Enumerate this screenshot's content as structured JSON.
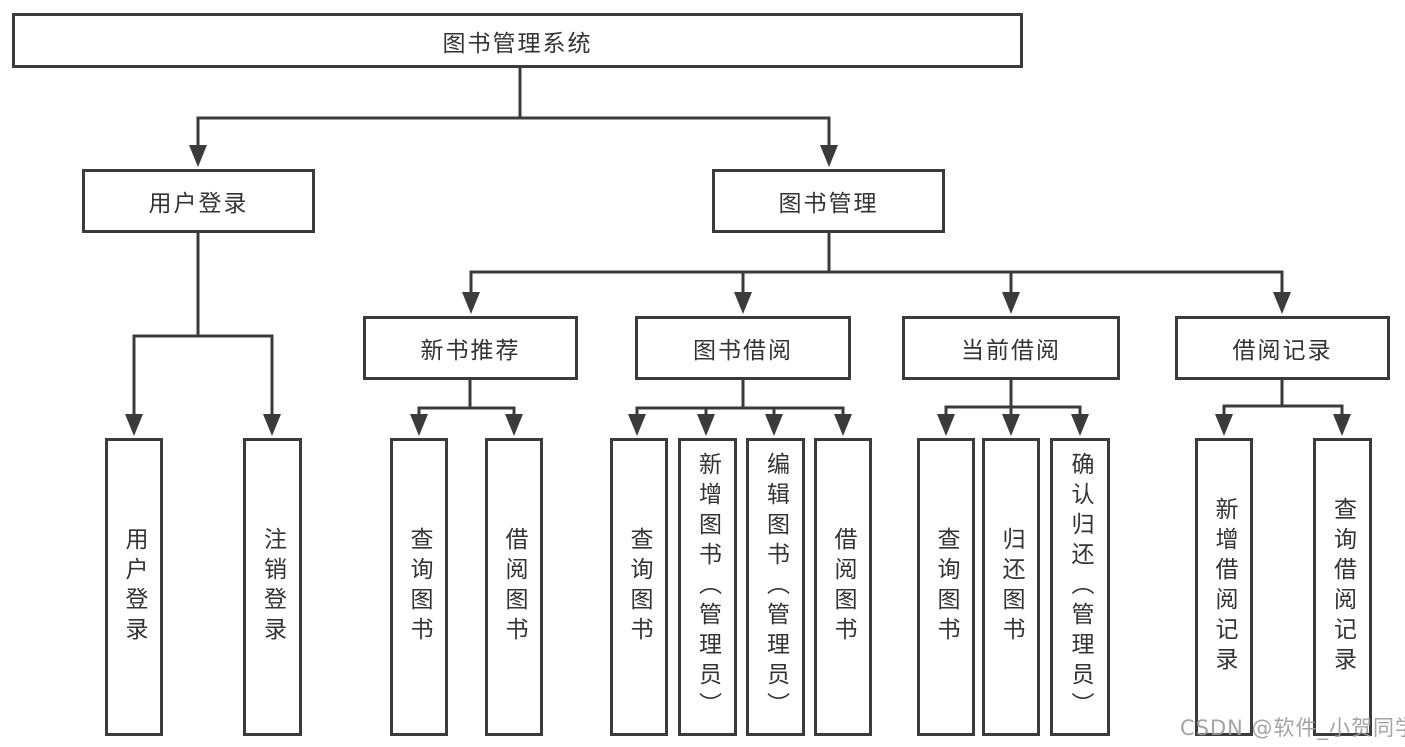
{
  "root": {
    "label": "图书管理系统"
  },
  "level2": [
    {
      "label": "用户登录",
      "parent": "图书管理系统"
    },
    {
      "label": "图书管理",
      "parent": "图书管理系统"
    }
  ],
  "level3": [
    {
      "label": "新书推荐",
      "parent": "图书管理"
    },
    {
      "label": "图书借阅",
      "parent": "图书管理"
    },
    {
      "label": "当前借阅",
      "parent": "图书管理"
    },
    {
      "label": "借阅记录",
      "parent": "图书管理"
    }
  ],
  "leaves": [
    {
      "label": "用户登录",
      "parent": "用户登录"
    },
    {
      "label": "注销登录",
      "parent": "用户登录"
    },
    {
      "label": "查询图书",
      "parent": "新书推荐"
    },
    {
      "label": "借阅图书",
      "parent": "新书推荐"
    },
    {
      "label": "查询图书",
      "parent": "图书借阅"
    },
    {
      "label": "新增图书（管理员）",
      "parent": "图书借阅"
    },
    {
      "label": "编辑图书（管理员）",
      "parent": "图书借阅"
    },
    {
      "label": "借阅图书",
      "parent": "图书借阅"
    },
    {
      "label": "查询图书",
      "parent": "当前借阅"
    },
    {
      "label": "归还图书",
      "parent": "当前借阅"
    },
    {
      "label": "确认归还（管理员）",
      "parent": "当前借阅"
    },
    {
      "label": "新增借阅记录",
      "parent": "借阅记录"
    },
    {
      "label": "查询借阅记录",
      "parent": "借阅记录"
    }
  ],
  "watermark": {
    "text": "CSDN @软件_小贺同学"
  },
  "colors": {
    "line": "#3b3b3b",
    "box_border": "#3b3b3b",
    "text": "#333333",
    "watermark": "#9d9d9d",
    "background": "#ffffff"
  }
}
